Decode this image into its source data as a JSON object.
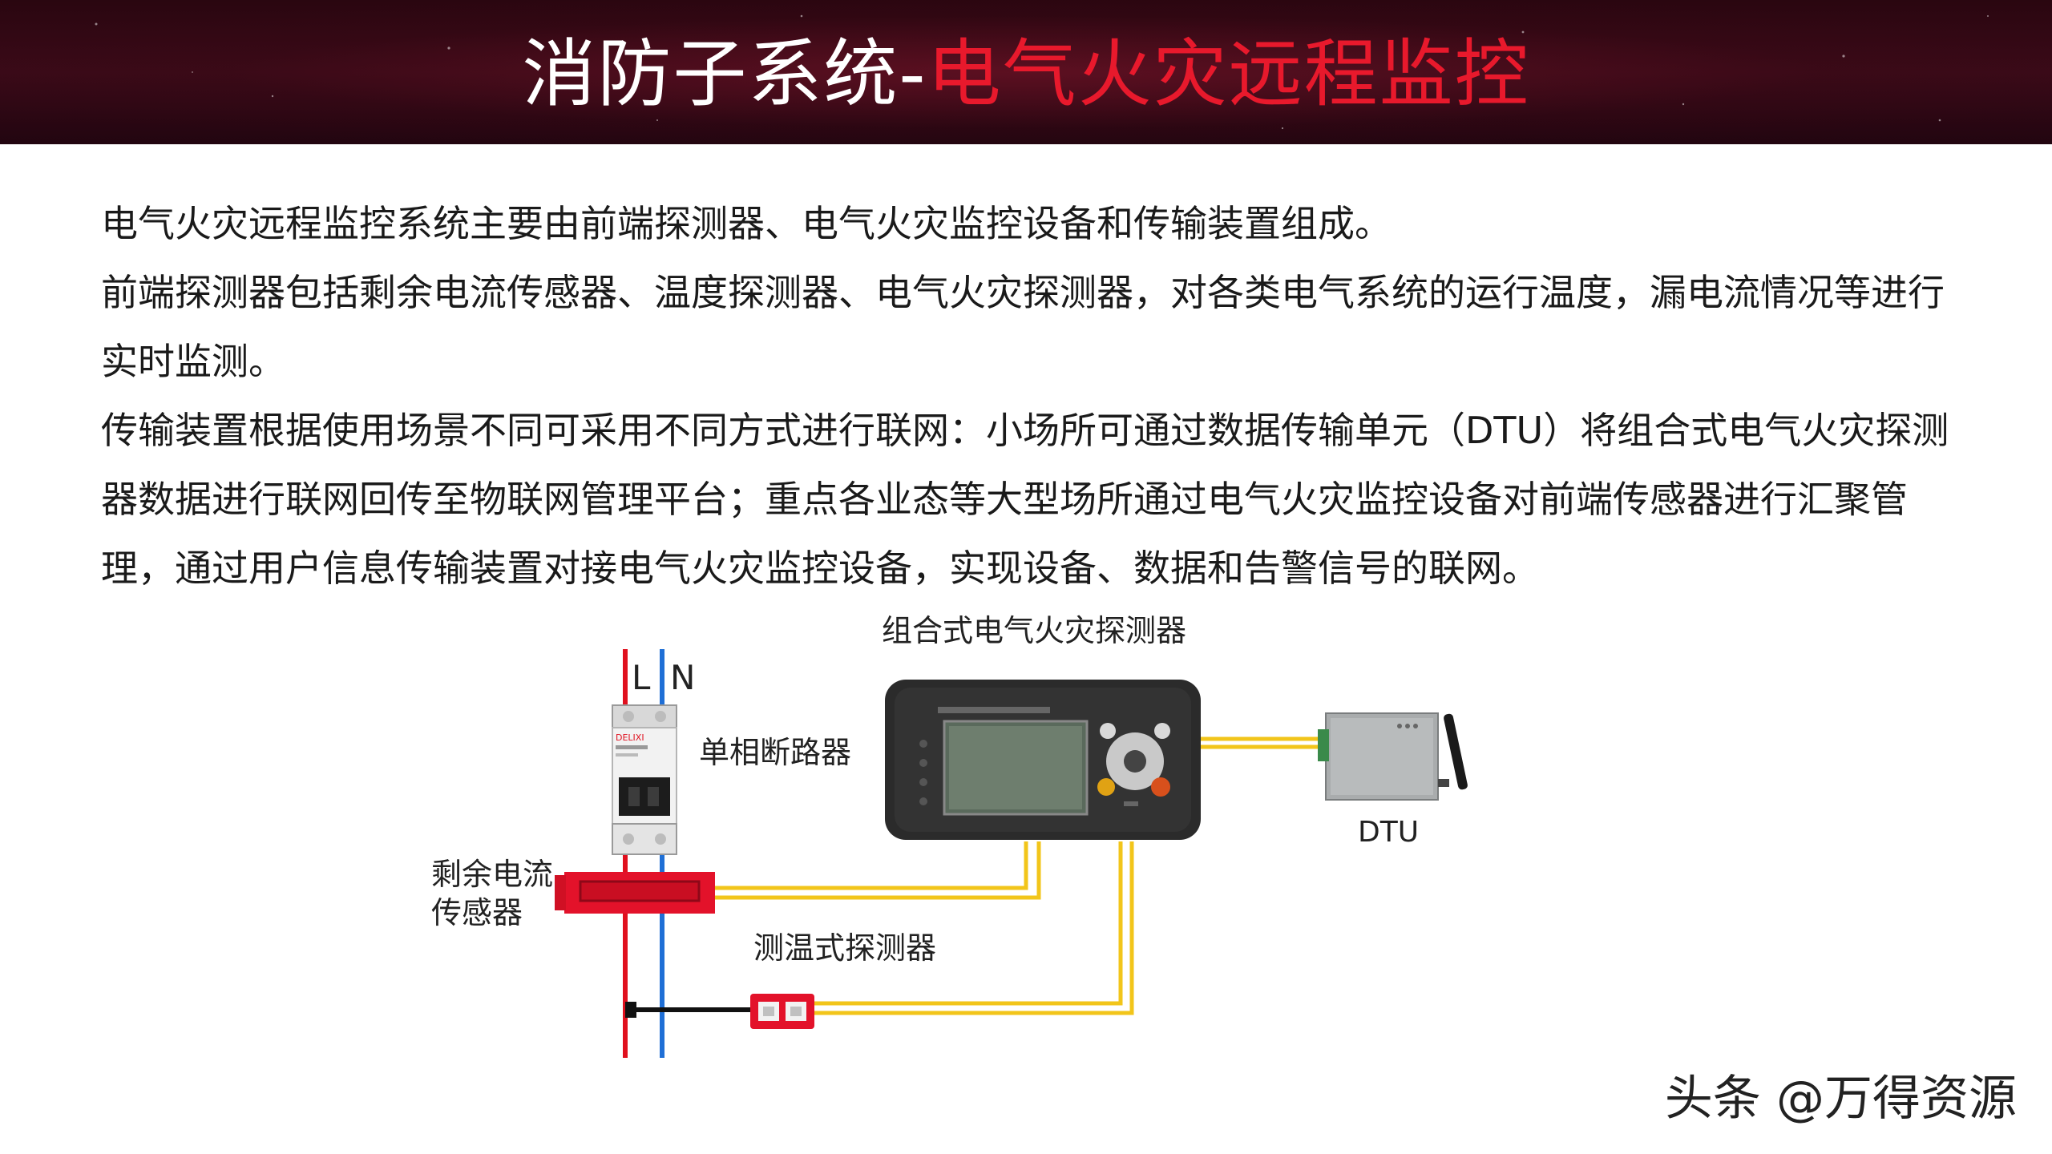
{
  "header": {
    "title_prefix": "消防子系统-",
    "title_accent": "电气火灾远程监控"
  },
  "paragraphs": [
    "电气火灾远程监控系统主要由前端探测器、电气火灾监控设备和传输装置组成。",
    "前端探测器包括剩余电流传感器、温度探测器、电气火灾探测器，对各类电气系统的运行温度，漏电流情况等进行实时监测。",
    "传输装置根据使用场景不同可采用不同方式进行联网：小场所可通过数据传输单元（DTU）将组合式电气火灾探测器数据进行联网回传至物联网管理平台；重点各业态等大型场所通过电气火灾监控设备对前端传感器进行汇聚管理，通过用户信息传输装置对接电气火灾监控设备，实现设备、数据和告警信号的联网。"
  ],
  "diagram": {
    "line_L": "L",
    "line_N": "N",
    "breaker_label": "单相断路器",
    "breaker_brand": "DELIXI",
    "detector_title": "组合式电气火灾探测器",
    "residual_label_1": "剩余电流",
    "residual_label_2": "传感器",
    "temp_label": "测温式探测器",
    "dtu_label": "DTU",
    "colors": {
      "live_wire": "#e0101e",
      "neutral_wire": "#1f6fd6",
      "signal_wire": "#f2c51a",
      "sensor_red": "#e3122a",
      "device_body": "#2b2b2b"
    }
  },
  "watermark": "头条 @万得资源"
}
